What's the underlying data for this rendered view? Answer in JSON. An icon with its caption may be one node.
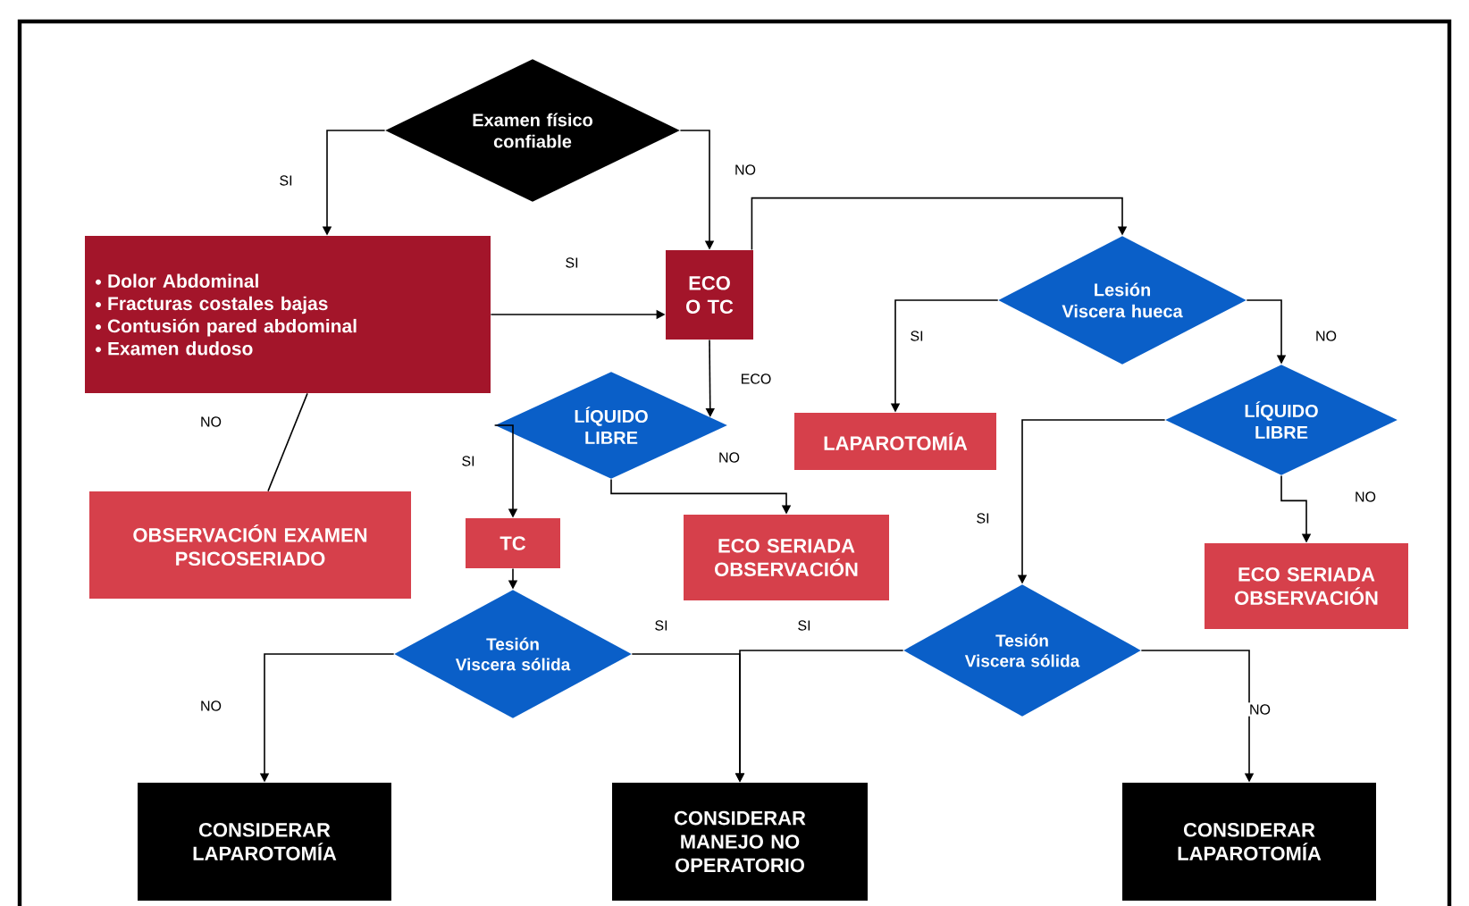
{
  "diagram": {
    "nodes": [
      {
        "text": [
          "Examen físico confiable"
        ]
      },
      {
        "text": [
          "Dolor Abdominal",
          "Fracturas costales bajas",
          "Contusión pared abdominal",
          "Examen dudoso"
        ]
      },
      {
        "text": [
          "ECO O TC"
        ]
      },
      {
        "text": [
          "LÍQUIDO LIBRE"
        ]
      },
      {
        "text": [
          "Lesión Viscera hueca"
        ]
      },
      {
        "text": [
          "LAPAROTOMÍA"
        ]
      },
      {
        "text": [
          "LÍQUIDO LIBRE"
        ]
      },
      {
        "text": [
          "OBSERVACIÓN EXAMEN PSICOSERIADO"
        ]
      },
      {
        "text": [
          "TC"
        ]
      },
      {
        "text": [
          "ECO SERIADA OBSERVACIÓN"
        ]
      },
      {
        "text": [
          "ECO SERIADA OBSERVACIÓN"
        ]
      },
      {
        "text": [
          "Tesión Viscera sólida"
        ]
      },
      {
        "text": [
          "Tesión Viscera sólida"
        ]
      },
      {
        "text": [
          "CONSIDERAR LAPAROTOMÍA"
        ]
      },
      {
        "text": [
          "CONSIDERAR MANEJO NO OPERATORIO"
        ]
      },
      {
        "text": [
          "CONSIDERAR LAPAROTOMÍA"
        ]
      }
    ],
    "edges": [
      {
        "from": 0,
        "to": 1,
        "arrow": "to",
        "label": "SI"
      },
      {
        "from": 0,
        "to": 2,
        "arrow": "to",
        "label": "NO"
      },
      {
        "from": 1,
        "to": 2,
        "arrow": "to",
        "label": "SI"
      },
      {
        "from": 1,
        "to": 7,
        "arrow": "none",
        "label": "NO"
      },
      {
        "from": 2,
        "to": 3,
        "arrow": "to",
        "label": "ECO"
      },
      {
        "from": 2,
        "to": 4,
        "arrow": "to"
      },
      {
        "from": 3,
        "to": 8,
        "arrow": "to",
        "label": "SI"
      },
      {
        "from": 3,
        "to": 9,
        "arrow": "to",
        "label": "NO"
      },
      {
        "from": 4,
        "to": 5,
        "arrow": "to",
        "label": "SI"
      },
      {
        "from": 4,
        "to": 6,
        "arrow": "to",
        "label": "NO"
      },
      {
        "from": 6,
        "to": 12,
        "arrow": "to",
        "label": "SI"
      },
      {
        "from": 6,
        "to": 10,
        "arrow": "to",
        "label": "NO"
      },
      {
        "from": 8,
        "to": 11,
        "arrow": "to"
      },
      {
        "from": 11,
        "to": 13,
        "arrow": "to",
        "label": "NO"
      },
      {
        "from": 11,
        "to": 14,
        "arrow": "to",
        "label": "SI"
      },
      {
        "from": 12,
        "to": 14,
        "arrow": "to",
        "label": "SI"
      },
      {
        "from": 12,
        "to": 15,
        "arrow": "to",
        "label": "NO"
      }
    ]
  }
}
